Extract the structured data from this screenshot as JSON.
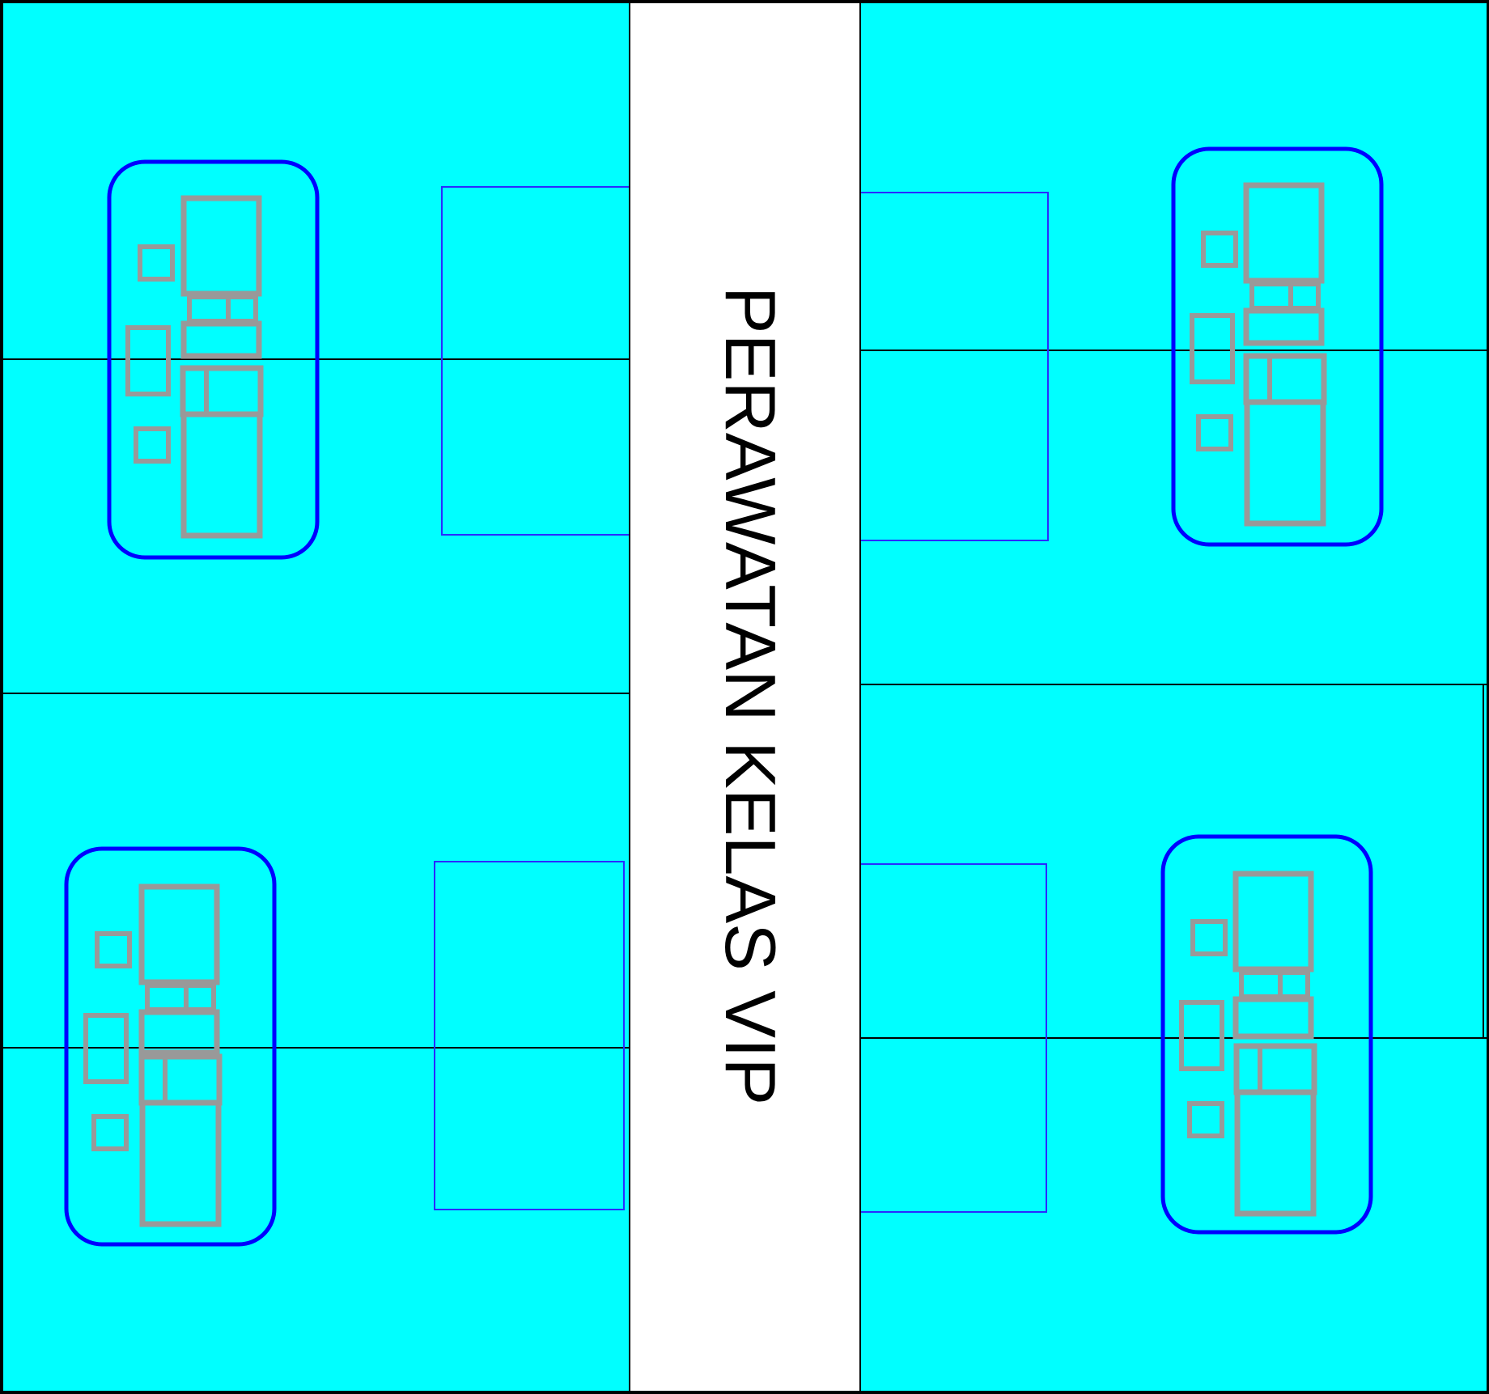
{
  "corridor": {
    "label": "PERAWATAN KELAS VIP"
  },
  "colors": {
    "room_fill": "#00ffff",
    "room_border": "#000000",
    "bed_area_border": "#0000ff",
    "equipment_border": "#999999",
    "table_zone_border": "#2a2aff",
    "corridor_fill": "#ffffff"
  },
  "rooms": [
    {
      "id": "room-top-left"
    },
    {
      "id": "room-top-right"
    },
    {
      "id": "room-bottom-left"
    },
    {
      "id": "room-bottom-right"
    }
  ]
}
